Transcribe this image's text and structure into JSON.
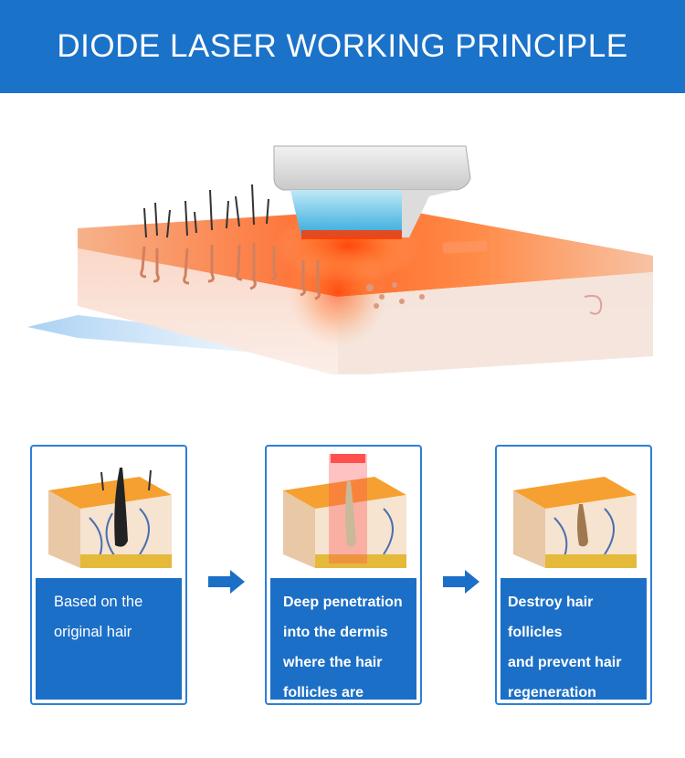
{
  "header": {
    "title": "DIODE LASER WORKING PRINCIPLE"
  },
  "steps": [
    {
      "caption": "Based on the\noriginal hair"
    },
    {
      "caption": "Deep penetration\ninto the dermis\nwhere the hair\nfollicles are located"
    },
    {
      "caption": "Destroy hair follicles\nand prevent hair\nregeneration"
    }
  ],
  "colors": {
    "header_bg": "#1a72c9",
    "card_border": "#2d7fd6",
    "caption_bg": "#1c6fc6",
    "laser_orange": "#ff5a1a",
    "handpiece_blue": "#2fb4e0",
    "arrow_blue": "#1c6fc6"
  }
}
